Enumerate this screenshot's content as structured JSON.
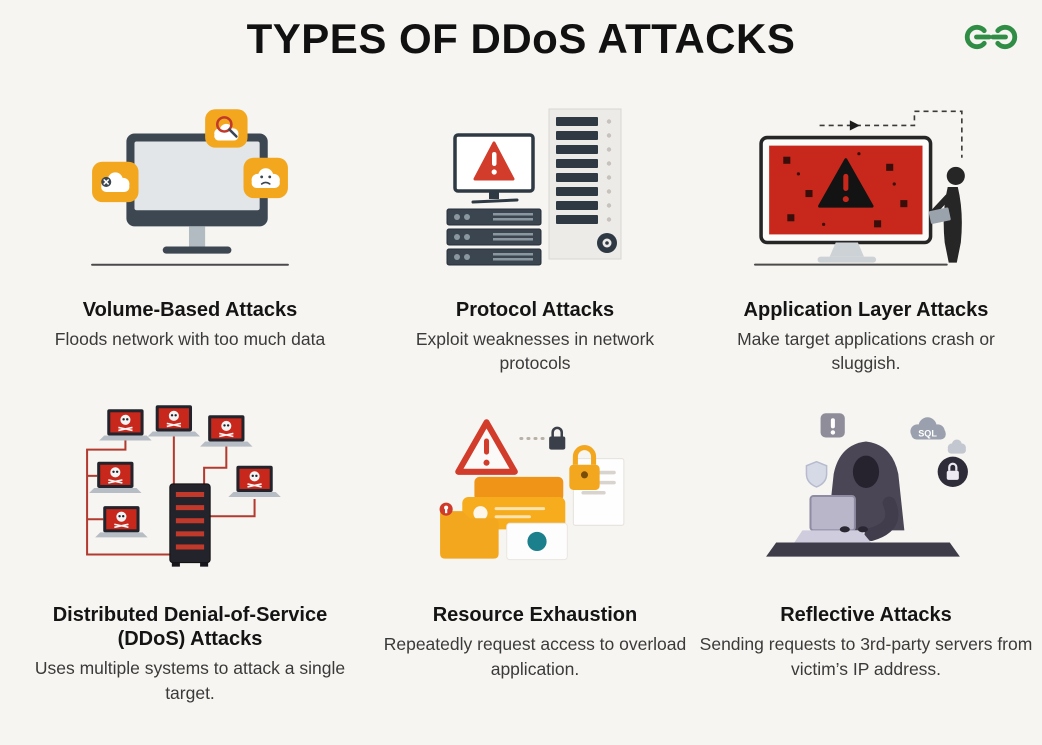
{
  "page": {
    "title": "TYPES OF DDoS ATTACKS",
    "background_color": "#f7f5f1",
    "title_color": "#111111",
    "brand": {
      "name_icon": "geeksforgeeks-logo",
      "color": "#2f8d46"
    }
  },
  "cards": [
    {
      "id": "volume-based",
      "title": "Volume-Based Attacks",
      "description": "Floods network with too much data",
      "icon": "monitor-cloud-errors-icon"
    },
    {
      "id": "protocol",
      "title": "Protocol Attacks",
      "description": "Exploit weaknesses in network protocols",
      "icon": "server-rack-warning-icon"
    },
    {
      "id": "application-layer",
      "title": "Application Layer Attacks",
      "description": "Make target applications crash or sluggish.",
      "icon": "infected-monitor-hacker-icon"
    },
    {
      "id": "ddos",
      "title": "Distributed Denial-of-Service (DDoS) Attacks",
      "description": "Uses multiple systems to attack a single target.",
      "icon": "botnet-skull-network-icon"
    },
    {
      "id": "resource-exhaustion",
      "title": "Resource Exhaustion",
      "description": "Repeatedly request access to overload application.",
      "icon": "locked-resources-warning-icon"
    },
    {
      "id": "reflective",
      "title": "Reflective Attacks",
      "description": "Sending requests to 3rd-party servers from victim’s IP address.",
      "icon": "hooded-hacker-laptop-icon",
      "badge_text": "SQL"
    }
  ],
  "colors": {
    "accent_orange": "#f2a71f",
    "alert_red": "#c8271b",
    "dark_slate": "#2e3943",
    "brand_green": "#2f8d46"
  }
}
